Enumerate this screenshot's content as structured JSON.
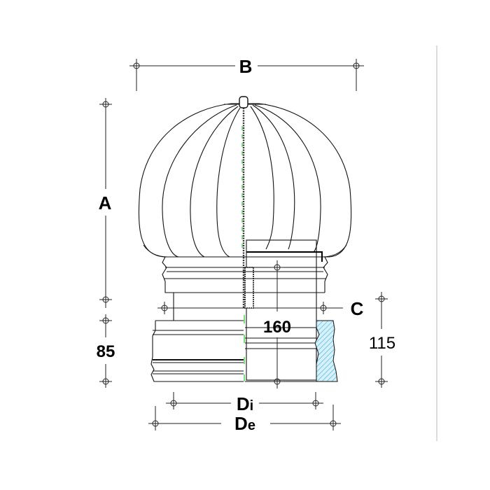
{
  "drawing": {
    "title": "Rotating chimney cowl – dimensioned elevation",
    "colors": {
      "line": "#111111",
      "hatch": "#5bc0e0",
      "hatch_bg": "#d8f0fa",
      "center_axis_accent": "#22cc22",
      "frame_line": "#d0d0d0",
      "background": "#ffffff"
    },
    "dimensions": {
      "B": {
        "label": "B",
        "orientation": "horizontal",
        "position": "top"
      },
      "A": {
        "label": "A",
        "orientation": "vertical",
        "position": "left-upper"
      },
      "height_base": {
        "label": "85",
        "orientation": "vertical",
        "position": "left-lower"
      },
      "C": {
        "label": "C",
        "orientation": "horizontal-leader",
        "position": "right-middle"
      },
      "inner_value": {
        "label": "160",
        "orientation": "vertical",
        "position": "center-lower"
      },
      "height_right": {
        "label": "115",
        "orientation": "vertical",
        "position": "right-lower"
      },
      "Di": {
        "label": "Di",
        "main": "D",
        "sub": "i",
        "orientation": "horizontal",
        "position": "bottom-upper"
      },
      "De": {
        "label": "De",
        "main": "D",
        "sub": "e",
        "orientation": "horizontal",
        "position": "bottom-lower"
      }
    }
  }
}
